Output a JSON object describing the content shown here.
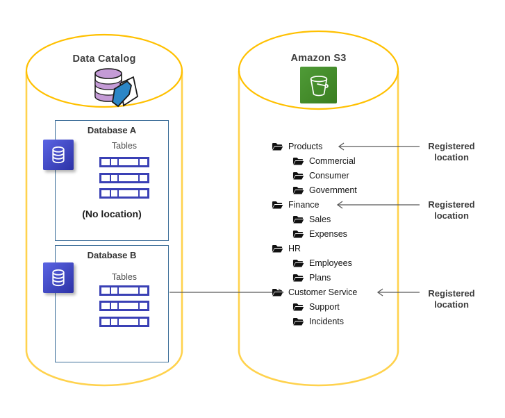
{
  "left_cylinder": {
    "title": "Data Catalog",
    "databases": [
      {
        "name": "Database A",
        "tables_label": "Tables",
        "table_rows": 3,
        "note": "(No location)"
      },
      {
        "name": "Database B",
        "tables_label": "Tables",
        "table_rows": 3
      }
    ]
  },
  "right_cylinder": {
    "title": "Amazon S3",
    "folders": [
      {
        "label": "Products",
        "level": 0
      },
      {
        "label": "Commercial",
        "level": 1
      },
      {
        "label": "Consumer",
        "level": 1
      },
      {
        "label": "Government",
        "level": 1
      },
      {
        "label": "Finance",
        "level": 0
      },
      {
        "label": "Sales",
        "level": 1
      },
      {
        "label": "Expenses",
        "level": 1
      },
      {
        "label": "HR",
        "level": 0
      },
      {
        "label": "Employees",
        "level": 1
      },
      {
        "label": "Plans",
        "level": 1
      },
      {
        "label": "Customer Service",
        "level": 0
      },
      {
        "label": "Support",
        "level": 1
      },
      {
        "label": "Incidents",
        "level": 1
      }
    ]
  },
  "annotations": {
    "registered_label": "Registered location",
    "registered_targets": [
      "Products",
      "Finance",
      "Customer Service"
    ],
    "db_link": {
      "from": "Database B",
      "to": "Customer Service"
    }
  },
  "icons": {
    "catalog": "database-folder-icon",
    "s3": "s3-bucket-icon",
    "database": "database-icon",
    "folder": "folder-icon"
  },
  "colors": {
    "cylinder_top_stroke": "#FFC000",
    "cylinder_body_stroke": "#FFD24D",
    "db_box_border": "#3D6E99",
    "table_border": "#3A40B5",
    "db_icon_blue_light": "#5A64E3",
    "db_icon_blue_dark": "#2D32A6",
    "s3_green": "#468C27",
    "catalog_purple": "#C49BD6",
    "catalog_folder_blue": "#2C86C6",
    "arrow": "#595959",
    "heading_text": "#3F3F3F",
    "tree_text": "#141414"
  }
}
